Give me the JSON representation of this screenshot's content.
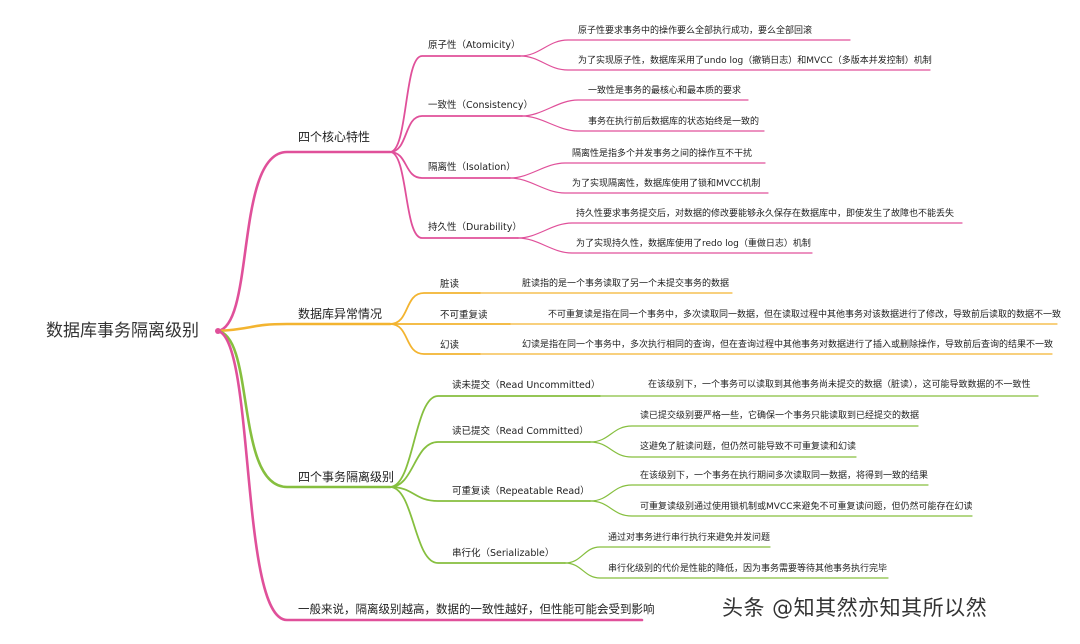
{
  "root": "数据库事务隔离级别",
  "colors": {
    "pink": "#e0509a",
    "orange": "#f3b430",
    "green": "#86bf3f"
  },
  "acid": {
    "title": "四个核心特性",
    "atomicity": {
      "label": "原子性（Atomicity）",
      "d1": "原子性要求事务中的操作要么全部执行成功，要么全部回滚",
      "d2": "为了实现原子性，数据库采用了undo log（撤销日志）和MVCC（多版本并发控制）机制"
    },
    "consistency": {
      "label": "一致性（Consistency）",
      "d1": "一致性是事务的最核心和最本质的要求",
      "d2": "事务在执行前后数据库的状态始终是一致的"
    },
    "isolation": {
      "label": "隔离性（Isolation）",
      "d1": "隔离性是指多个并发事务之间的操作互不干扰",
      "d2": "为了实现隔离性，数据库使用了锁和MVCC机制"
    },
    "durability": {
      "label": "持久性（Durability）",
      "d1": "持久性要求事务提交后，对数据的修改要能够永久保存在数据库中，即使发生了故障也不能丢失",
      "d2": "为了实现持久性，数据库使用了redo log（重做日志）机制"
    }
  },
  "anomalies": {
    "title": "数据库异常情况",
    "dirty": {
      "label": "脏读",
      "desc": "脏读指的是一个事务读取了另一个未提交事务的数据"
    },
    "nonrepeat": {
      "label": "不可重复读",
      "desc": "不可重复读是指在同一个事务中，多次读取同一数据，但在读取过程中其他事务对该数据进行了修改，导致前后读取的数据不一致"
    },
    "phantom": {
      "label": "幻读",
      "desc": "幻读是指在同一个事务中，多次执行相同的查询，但在查询过程中其他事务对数据进行了插入或删除操作，导致前后查询的结果不一致"
    }
  },
  "levels": {
    "title": "四个事务隔离级别",
    "ru": {
      "label": "读未提交（Read Uncommitted）",
      "desc": "在该级别下，一个事务可以读取到其他事务尚未提交的数据（脏读），这可能导致数据的不一致性"
    },
    "rc": {
      "label": "读已提交（Read Committed）",
      "d1": "读已提交级别要严格一些，它确保一个事务只能读取到已经提交的数据",
      "d2": "这避免了脏读问题，但仍然可能导致不可重复读和幻读"
    },
    "rr": {
      "label": "可重复读（Repeatable Read）",
      "d1": "在该级别下，一个事务在执行期间多次读取同一数据，将得到一致的结果",
      "d2": "可重复读级别通过使用锁机制或MVCC来避免不可重复读问题，但仍然可能存在幻读"
    },
    "ser": {
      "label": "串行化（Serializable）",
      "d1": "通过对事务进行串行执行来避免并发问题",
      "d2": "串行化级别的代价是性能的降低，因为事务需要等待其他事务执行完毕"
    }
  },
  "summary": "一般来说，隔离级别越高，数据的一致性越好，但性能可能会受到影响",
  "watermark": "头条 @知其然亦知其所以然"
}
